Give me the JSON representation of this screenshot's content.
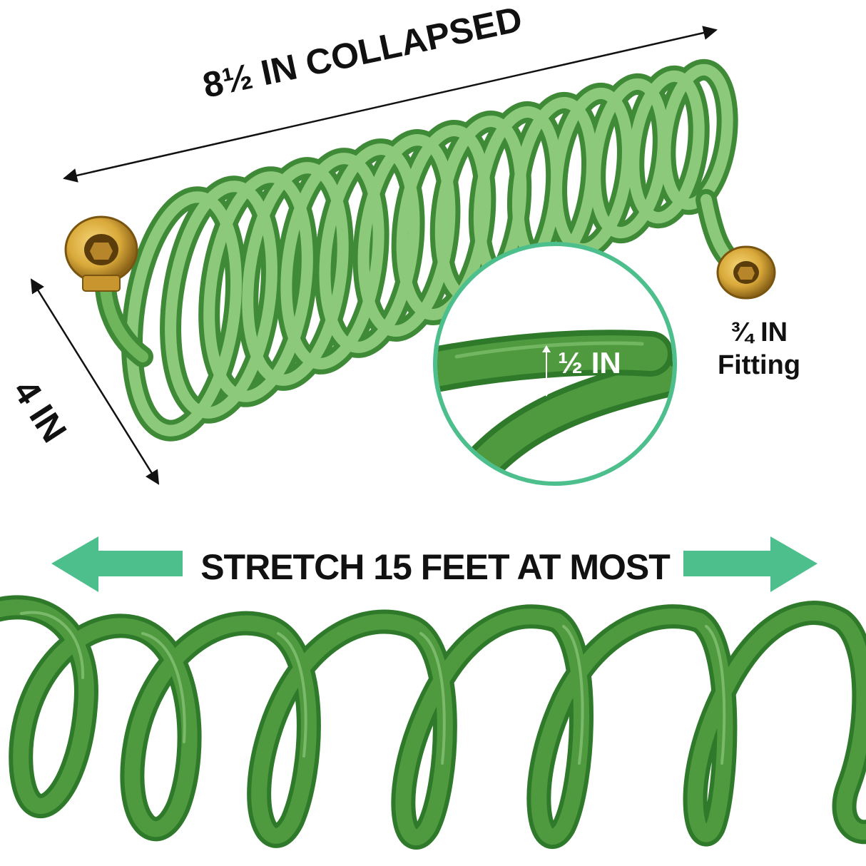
{
  "labels": {
    "collapsed_length": "8½ IN COLLAPSED",
    "coil_width": "4 IN",
    "fitting_size": "¾ IN",
    "fitting_word": "Fitting",
    "hose_diameter": "½ IN",
    "stretch_length": "STRETCH 15 FEET AT MOST"
  },
  "colors": {
    "hose_light": "#8cc97a",
    "hose_mid": "#6fb55c",
    "hose_dark": "#3f8a36",
    "stretched_hose": "#4f9a3e",
    "brass": "#d9a93a",
    "arrow_teal": "#4cbf8c",
    "circle_border": "#4cbf8c",
    "text": "#111111"
  },
  "icons": {
    "collapsed_arrow": "double-headed-arrow",
    "width_arrow": "double-headed-arrow",
    "stretch_arrows": "left-and-right-arrows",
    "zoom_circle": "magnifier-circle"
  }
}
